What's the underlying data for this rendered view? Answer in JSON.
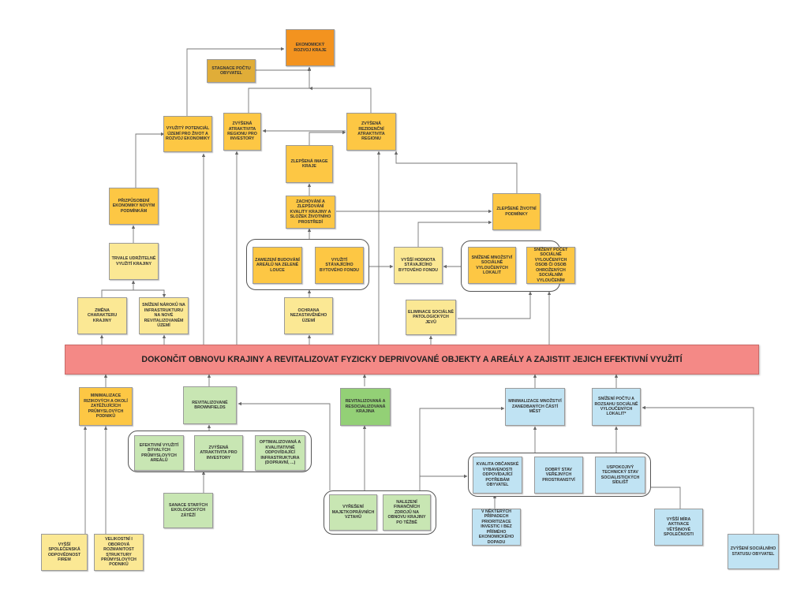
{
  "main_goal": "DOKONČIT OBNOVU KRAJINY A REVITALIZOVAT FYZICKY DEPRIVOVANÉ OBJEKTY A AREÁLY A  ZAJISTIT JEJICH EFEKTIVNÍ VYUŽITÍ",
  "colors": {
    "yellow": "#fdc744",
    "light_yellow": "#fbe894",
    "orange": "#f3931f",
    "dark_yellow": "#e0ad38",
    "light_green": "#c8e6b3",
    "green": "#93d076",
    "light_blue": "#c0e3f3",
    "main_red": "#f48986"
  },
  "nodes": {
    "ekonomicky_rozvoj": "EKONOMICKÝ ROZVOJ KRAJE",
    "stagnace": "STAGNACE POČTU OBYVATEL",
    "vyuzity_potencial": "VYUŽITÝ POTENCIÁL ÚZEMÍ PRO ŽIVOT A ROZVOJ EKONOMIKY",
    "zvysena_atraktivita_investory": "ZVÝŠENÁ ATRAKTIVITA REGIONU PRO INVESTORY",
    "zvysena_rezidencni": "ZVÝŠENÁ REZIDENČNÍ ATRAKTIVITA REGIONU",
    "zlepsena_image": "ZLEPŠENÁ IMAGE KRAJE",
    "prizpusobeni": "PŘIZPŮSOBENÍ EKONOMIKY NOVÝM PODMÍNKÁM",
    "zachovani": "ZACHOVÁNÍ A ZLEPŠOVÁNÍ KVALITY KRAJINY A SLOŽEK ŽIVOTNÍHO PROSTŘEDÍ",
    "zlepsene_podminky": "ZLEPŠENÉ ŽIVOTNÍ PODMÍNKY",
    "trvale_udrzitelne": "TRVALE UDRŽITELNÉ VYUŽITÍ KRAJINY",
    "zamezeni": "ZAMEZENÍ BUDOVÁNÍ AREÁLŮ NA ZELENÉ LOUCE",
    "vyuziti_bytoveho": "VYUŽITÍ STÁVAJÍCÍHO BYTOVÉHO FONDU",
    "vyssi_hodnota": "VYŠŠÍ HODNOTA STÁVAJÍCÍHO BYTOVÉHO FONDU",
    "snizene_mnozstvi": "SNÍŽENÉ MNOŽSTVÍ SOCIÁLNĚ VYLOUČENÝCH LOKALIT",
    "snizeny_pocet": "SNÍŽENÝ POČET SOCIÁLNĚ VYLOUČENÝCH OSOB ČI OSOB OHROŽENÝCH SOCIÁLNÍM VYLOUČENÍM",
    "zmena_charakteru": "ZMĚNA CHARAKTERU KRAJINY",
    "snizeni_naroku": "SNÍŽENÍ NÁROKŮ NA INFRASTRUKTURU NA NOVÉ REVITALIZOVANÉM ÚZEMÍ",
    "ochrana": "OCHRANA NEZASTAVĚNÉHO ÚZEMÍ",
    "eliminace": "ELIMINACE SOCIÁLNĚ PATOLOGICKÝCH JEVŮ",
    "minimalizace_rizikovych": "MINIMALIZACE RIZIKOVÝCH A OKOLÍ ZATĚŽUJÍCÍCH PRŮMYSLOVÝCH PODNIKŮ",
    "revitalizovane_brownfieldy": "REVITALIZOVANÉ BROWNFIELDS",
    "revitalizovana_krajina": "REVITALIZOVANÁ A RESOCIALIZOVANÁ KRAJINA",
    "minimalizace_zanedbanych": "MINIMALIZACE MNOŽSTVÍ ZANEDBANÝCH ČÁSTÍ MĚST",
    "snizeni_poctu_lokalit": "SNÍŽENÍ POČTU A ROZSAHU  SOCIÁLNĚ VYLOUČENÝCH LOKALIT*",
    "efektivni_vyuziti": "EFEKTIVNÍ VYUŽITÍ BÝVALÝCH PRŮMYSLOVÝCH AREÁLŮ",
    "zvysena_atraktivita_investory_2": "ZVÝŠENÁ ATRAKTIVITA PRO INVESTORY",
    "optimalizovana": "OPTIMALIZOVANÁ A KVALITATIVNĚ ODPOVÍDAJÍCÍ INFRASTRUKTURA (DOPRAVNÍ, ...)",
    "kvalita_obcanske": "KVALITA OBČANSKÉ VYBAVENOSTI ODPOVÍDAJÍCÍ POTŘEBÁM OBYVATEL",
    "dobry_stav": "DOBRÝ STAV VEŘEJNÝCH PROSTRANSTVÍ",
    "uspokojivy": "USPOKOJIVÝ TECHNICKÝ STAV SOCIALISTICKÝCH SÍDLIŠŤ",
    "sanace": "SANACE STARÝCH EKOLOGICKÝCH ZÁTĚŽÍ",
    "vyreseni": "VYŘEŠENÍ MAJETKOPRÁVNÍCH VZTAHŮ",
    "nalezeni": "NALEZENÍ FINANČNÍCH ZDROJŮ NA OBNOVU KRAJINY PO TĚŽBĚ",
    "v_nekterych": "V NĚKTERÝCH PŘÍPADECH PRIORITIZACE INVESTIC I BEZ PŘÍMÉHO EKONOMICKÉHO DOPADU",
    "vyssi_mira": "VYŠŠÍ MÍRA AKTIVACE VĚTŠINOVÉ SPOLEČNOSTI",
    "vyssi_spolecenska": "VYŠŠÍ SPOLEČENSKÁ ODPOVĚDNOST FIREM",
    "velikostni": "VELIKOSTNÍ I OBOROVÁ ROZMANITOST STRUKTURY PRŮMYSLOVÝCH PODNIKŮ",
    "zvyseni_socialniho": "ZVÝŠENÍ SOCIÁLNÍHO STATUSU OBYVATEL"
  }
}
